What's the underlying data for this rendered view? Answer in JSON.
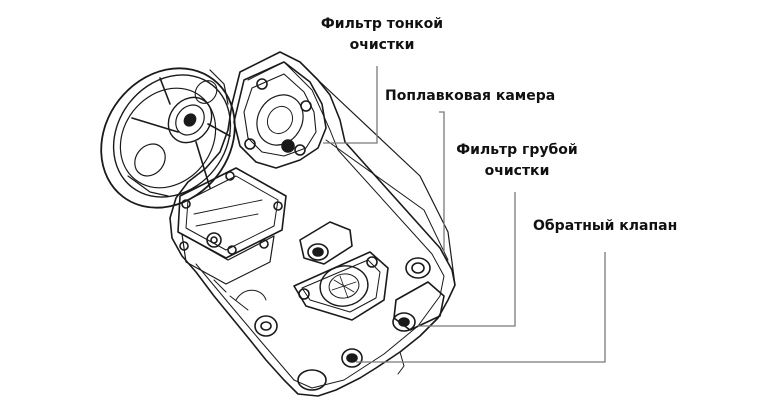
{
  "labels": {
    "fine_filter": {
      "line1": "Фильтр тонкой",
      "line2": "очистки"
    },
    "float_chamber": {
      "line1": "Поплавковая камера"
    },
    "coarse_filter": {
      "line1": "Фильтр грубой",
      "line2": "очистки"
    },
    "check_valve": {
      "line1": "Обратный клапан"
    }
  },
  "colors": {
    "ink": "#111111",
    "leader": "#7a7a7a",
    "background": "#ffffff"
  }
}
